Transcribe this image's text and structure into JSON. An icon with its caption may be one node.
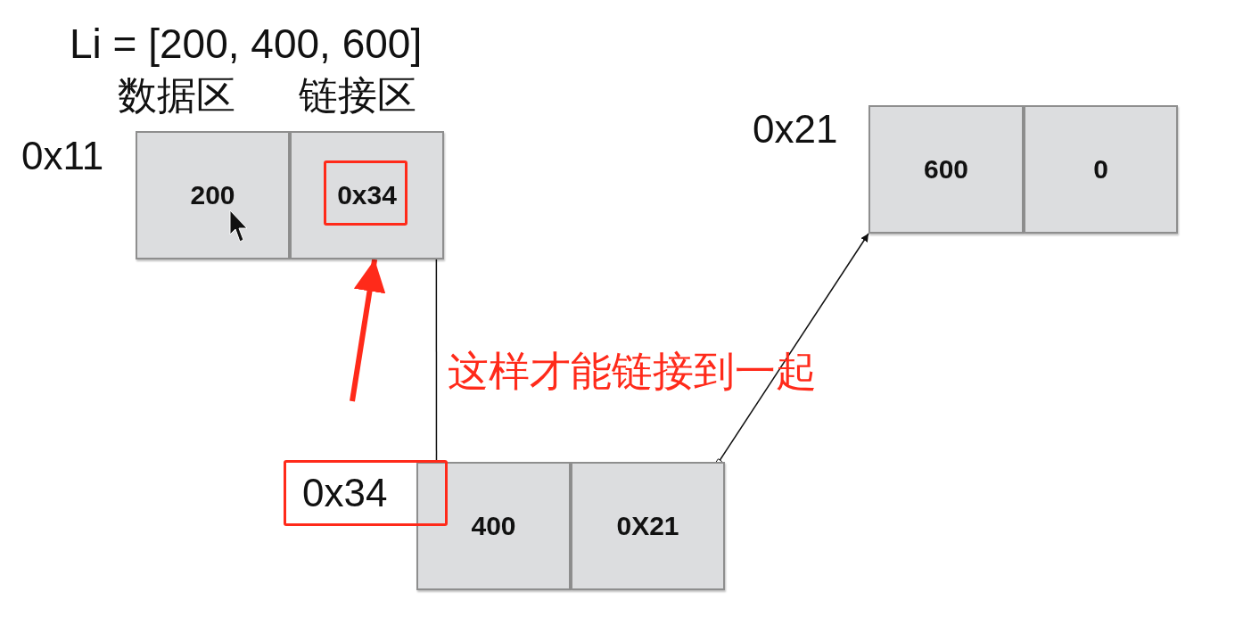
{
  "diagram": {
    "nodes": [
      {
        "text": [
          "200"
        ],
        "beside": [
          "0x11"
        ]
      },
      {
        "text": [
          "0x34"
        ]
      },
      {
        "text": [
          "400"
        ],
        "beside": [
          "0x34"
        ]
      },
      {
        "text": [
          "0X21"
        ]
      },
      {
        "text": [
          "600"
        ],
        "beside": [
          "0x21"
        ]
      },
      {
        "text": [
          "0"
        ]
      }
    ],
    "edges": [
      {
        "from": 1,
        "to": 2,
        "arrow": "none"
      },
      {
        "from": 3,
        "to": 4,
        "arrow": "to"
      },
      {
        "from": null,
        "to": 1,
        "arrow": "to",
        "style": "thick",
        "color": "#ff2a1a"
      }
    ],
    "labels": [
      "Li = [200, 400, 600]",
      "数据区",
      "链接区",
      "这样才能链接到一起"
    ]
  }
}
